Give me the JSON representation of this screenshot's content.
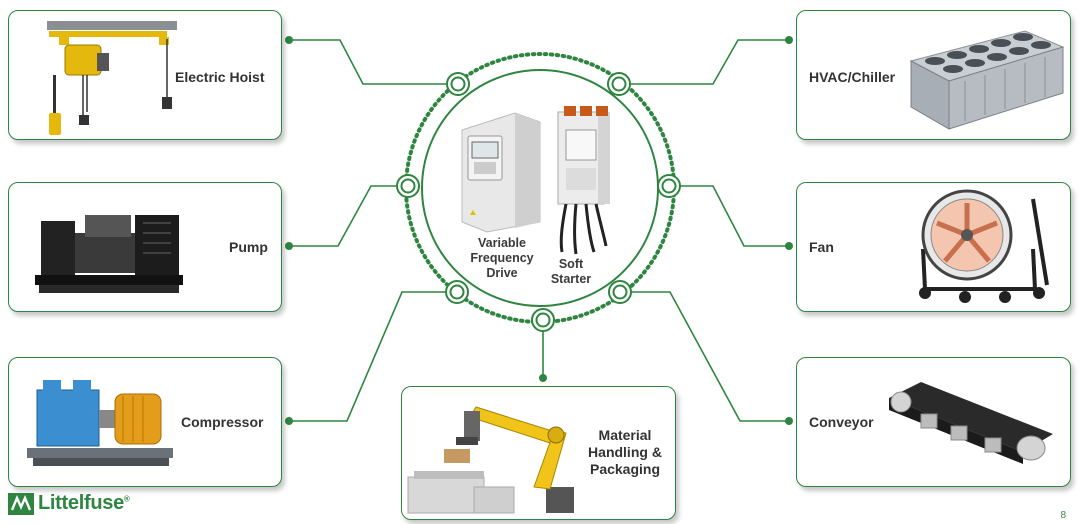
{
  "hub": {
    "vfd_label": "Variable Frequency Drive",
    "vfd_lines": [
      "Variable",
      "Frequency",
      "Drive"
    ],
    "soft_label_lines": [
      "Soft",
      "Starter"
    ]
  },
  "applications": {
    "electric_hoist": "Electric Hoist",
    "pump": "Pump",
    "compressor": "Compressor",
    "material_handling_lines": [
      "Material",
      "Handling &",
      "Packaging"
    ],
    "conveyor": "Conveyor",
    "fan": "Fan",
    "hvac": "HVAC/Chiller"
  },
  "brand": {
    "name": "Littelfuse",
    "tm": "®"
  },
  "page_number": "8",
  "colors": {
    "accent": "#2e8540",
    "text": "#333333"
  }
}
